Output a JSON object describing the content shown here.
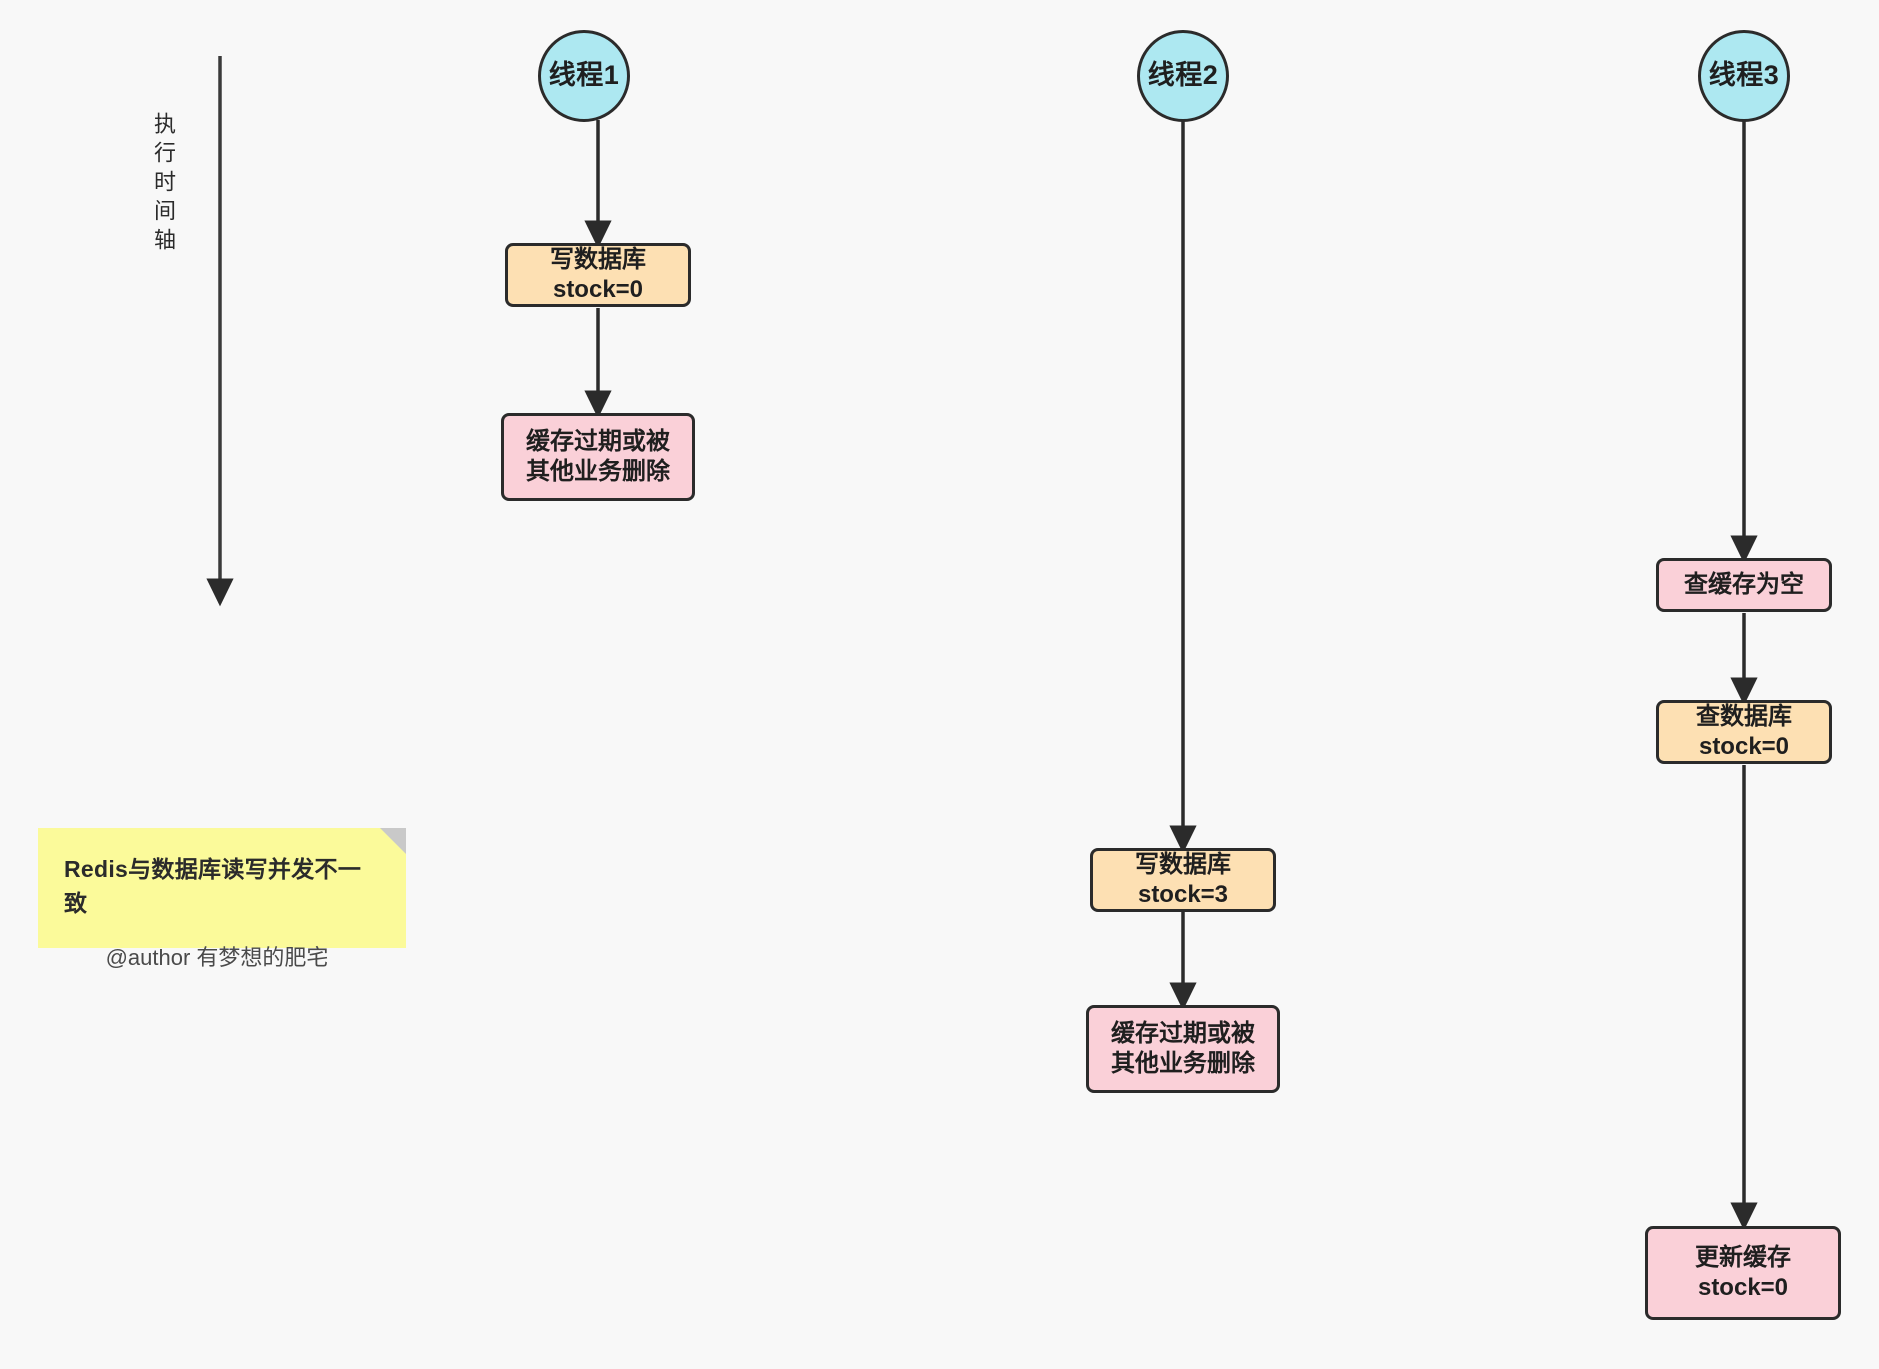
{
  "diagram": {
    "background_color": "#f8f8f8",
    "timeline": {
      "label": "执行时间轴",
      "axis_name": "execution-timeline-axis"
    },
    "note": {
      "title": "Redis与数据库读写并发不一致",
      "author": "@author 有梦想的肥宅",
      "color": "#fbfa9a"
    },
    "colors": {
      "thread_circle": "#ade8f1",
      "database_box": "#fde0b3",
      "cache_box": "#fad0d8",
      "stroke": "#2b2b2b"
    },
    "lanes": [
      {
        "id": "thread-1",
        "title": "线程1",
        "steps": [
          {
            "id": "t1-write-db",
            "kind": "database",
            "lines": [
              "写数据库",
              "stock=0"
            ]
          },
          {
            "id": "t1-cache-expired",
            "kind": "cache",
            "lines": [
              "缓存过期或被",
              "其他业务删除"
            ]
          }
        ]
      },
      {
        "id": "thread-2",
        "title": "线程2",
        "steps": [
          {
            "id": "t2-write-db",
            "kind": "database",
            "lines": [
              "写数据库",
              "stock=3"
            ]
          },
          {
            "id": "t2-cache-expired",
            "kind": "cache",
            "lines": [
              "缓存过期或被",
              "其他业务删除"
            ]
          }
        ]
      },
      {
        "id": "thread-3",
        "title": "线程3",
        "steps": [
          {
            "id": "t3-cache-empty",
            "kind": "cache",
            "lines": [
              "查缓存为空"
            ]
          },
          {
            "id": "t3-read-db",
            "kind": "database",
            "lines": [
              "查数据库",
              "stock=0"
            ]
          },
          {
            "id": "t3-update-cache",
            "kind": "cache",
            "lines": [
              "更新缓存",
              "stock=0"
            ]
          }
        ]
      }
    ]
  }
}
